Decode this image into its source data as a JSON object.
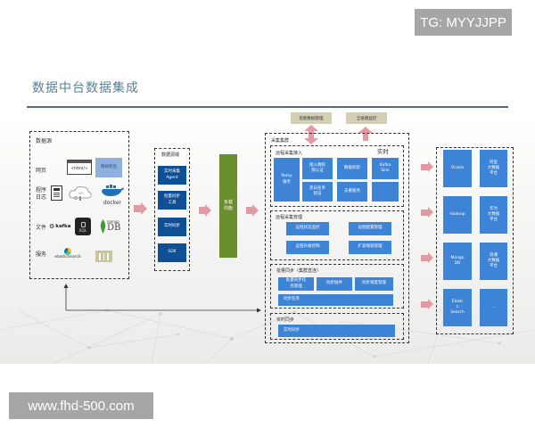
{
  "watermarks": {
    "top": "TG: MYYJJPP",
    "bottom": "www.fhd-500.com"
  },
  "title": "数据中台数据集成",
  "sources": {
    "label": "数据源",
    "rows": [
      {
        "label": "网页",
        "items": [
          "<html/>",
          "网络爬虫"
        ]
      },
      {
        "label": "程序\n日志",
        "items": [
          "log-file",
          "API",
          "docker"
        ]
      },
      {
        "label": "文件",
        "items": [
          "kafka",
          "SQL",
          "mongoDB"
        ]
      },
      {
        "label": "服务",
        "items": [
          "elasticsearch",
          "server-rack"
        ]
      }
    ]
  },
  "collector": {
    "label": "数据源端",
    "items": [
      "实时采集\nAgent",
      "批量同步\n工具",
      "实时同步",
      "SDK"
    ]
  },
  "load_balancer": "负载\n均衡",
  "top_tags": [
    "智能数据管理",
    "全链路监控"
  ],
  "cluster": {
    "label": "采集集群",
    "realtime_tag": "实时",
    "remote_access": {
      "label": "远程采集接入",
      "relay": "Relay\n服务",
      "boxes": [
        "接入端权\n限认证",
        "数据校验",
        "Kafka\nSink",
        "黑白名单\n验证",
        "去重服务",
        ""
      ]
    },
    "remote_manage": {
      "label": "远程采集管理",
      "boxes": [
        "远程状态监控",
        "远程配置管理",
        "远程升级控制",
        "扩容缩容管理"
      ]
    },
    "batch_sync": {
      "label": "批量同步（集群直连）",
      "boxes": [
        "批量同步任\n务管理",
        "同步插件",
        "同步调度管理"
      ],
      "wide": "同步任务"
    },
    "realtime_sync": {
      "label": "实时同步",
      "box": "实时同步"
    }
  },
  "targets": [
    [
      "Oracle",
      "阿里\n大数据\n平台"
    ],
    [
      "Hadoop",
      "华为\n大数据\n平台"
    ],
    [
      "Mongo\nDB",
      "浪潮\n大数据\n平台"
    ],
    [
      "Elasti\nc\nSearch",
      "..."
    ]
  ],
  "colors": {
    "blue": "#3d83d6",
    "navy": "#0f4f96",
    "green": "#6a8e2e",
    "pink": "#e29aa2",
    "tan": "#d3cfb6",
    "title": "#5b7f95",
    "rule": "#4e6b8f"
  }
}
